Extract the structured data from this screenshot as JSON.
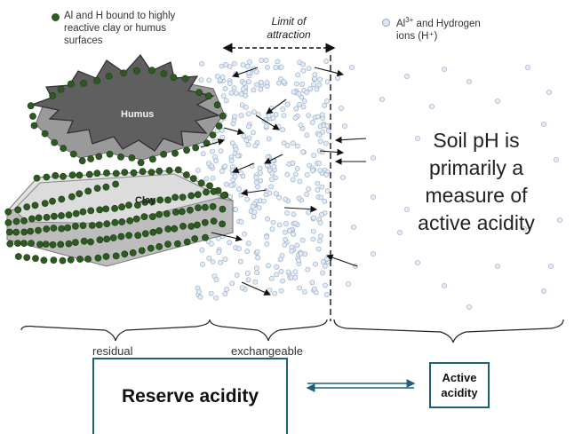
{
  "legend": {
    "bound_text": "Al and H bound to highly reactive clay or humus surfaces",
    "bound_dot_color": "#2e5a22",
    "free_text_prefix": "Al",
    "free_text_sup": "3+",
    "free_text_line1_rest": " and Hydrogen",
    "free_text_line2": "ions (H⁺)",
    "free_dot_color": "#c9d8ea"
  },
  "limit_label_line1": "Limit of",
  "limit_label_line2": "attraction",
  "humus_label": "Humus",
  "clay_label": "Clay",
  "main_statement": [
    "Soil pH is",
    "primarily a",
    "measure of",
    "active acidity"
  ],
  "brackets": {
    "residual": "residual",
    "exchangeable": "exchangeable"
  },
  "boxes": {
    "reserve": "Reserve acidity",
    "active_line1": "Active",
    "active_line2": "acidity"
  },
  "colors": {
    "box_border": "#1f5f7a",
    "humus_fill": "#5a5a5a",
    "clay_fill": "#dcdcdc"
  }
}
